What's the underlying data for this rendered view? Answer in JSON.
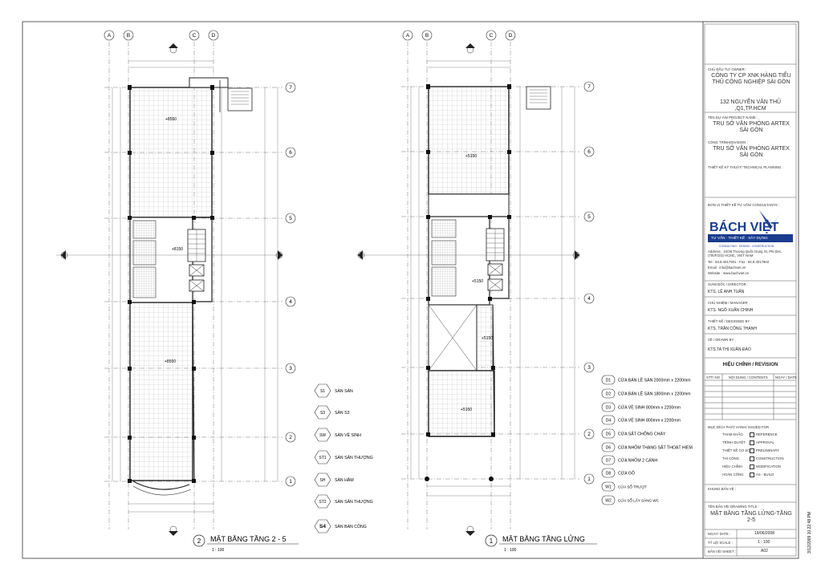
{
  "plan_left": {
    "number": "2",
    "title": "MẶT BẰNG TẦNG 2 - 5",
    "scale": "1 : 100"
  },
  "plan_right": {
    "number": "1",
    "title": "MẶT BẰNG TẦNG LỬNG",
    "scale": "1 : 100"
  },
  "grid_cols": [
    "A",
    "B",
    "C",
    "D"
  ],
  "grid_rows": [
    "7",
    "6",
    "5",
    "4",
    "3",
    "2",
    "1"
  ],
  "levels": {
    "left_main": "+8550",
    "left_mid": "+8150",
    "right_main": "+5150",
    "right_mid": "+5150",
    "right_low": "+5150"
  },
  "floor_legend": [
    {
      "tag": "S1",
      "text": "SÀN SÂN"
    },
    {
      "tag": "S3",
      "text": "SÀN S3"
    },
    {
      "tag": "SW",
      "text": "SÀN VỆ SINH"
    },
    {
      "tag": "ST1",
      "text": "SÀN SÂN THƯỢNG"
    },
    {
      "tag": "SH",
      "text": "SÀN HẦM"
    },
    {
      "tag": "ST2",
      "text": "SÀN SÂN THƯỢNG"
    },
    {
      "tag": "S4",
      "text": "SÀN BAN CÔNG"
    }
  ],
  "door_legend": [
    {
      "tag": "D1",
      "text": "CỬA  BẢN LỀ SÀN 2000mm x 2200mm"
    },
    {
      "tag": "D2",
      "text": "CỬA  BẢN LỀ SÀN 1800mm x 2200mm"
    },
    {
      "tag": "D3",
      "text": "CỬA VỆ SINH 800mm x 2200mm"
    },
    {
      "tag": "D4",
      "text": "CỬA VỆ SINH 800mm x 2200mm"
    },
    {
      "tag": "D5",
      "text": "CỬA SẮT CHỐNG CHÁY"
    },
    {
      "tag": "D6",
      "text": "CỬA NHÔM  THANG SẮT THOÁT HIỂM"
    },
    {
      "tag": "D7",
      "text": "CỬA NHÔM  2 CÁNH"
    },
    {
      "tag": "D8",
      "text": "CỬA GỖ"
    }
  ],
  "window_legend": [
    {
      "tag": "W1",
      "text": "CỬA SỔ TRƯỢT"
    },
    {
      "tag": "W2",
      "text": "CỬA SỔ LẤY SÁNG WC"
    }
  ],
  "title_block": {
    "owner_label": "CHỦ ĐẦU TƯ/ OWNER :",
    "owner": "CÔNG TY CP XNK HÀNG TIỂU THỦ CÔNG NGHIỆP SÀI GÒN",
    "owner_address": "132 NGUYỄN VĂN THỦ ,Q1,TP.HCM",
    "project_label": "TÊN DỰ ÁN/ PROJECT NAME :",
    "project": "TRỤ SỞ VĂN PHÒNG ARTEX SÀI GÒN",
    "division_label": "CÔNG TRÌNH/DIVISION :",
    "division": "TRỤ SỞ VĂN PHÒNG ARTEX SÀI GÒN",
    "planning_label": "THIẾT KẾ KỸ THUẬT/ TECHNICAL PLANNING :",
    "consultant_label": "ĐƠN VỊ THIẾT KẾ TƯ VẤN/ CONSULTANTS :",
    "logo_text": "BÁCH VIỆT",
    "logo_sub": "TƯ VẤN · THIẾT KẾ · XÂY DỰNG",
    "logo_sub2": "CONSULTING · DESIGN · CONSTRUCTION",
    "address": "Address : 24/36  Trương Quốc Dung St, PN Dist, (7th/F/2/3)                     HCMC, VIET NAM",
    "phone": "Tel : 84.8.4017901 - Fax : 84.8.4017902",
    "email": "Email : info@bachviet.vn",
    "website": "Website : www.bachviet.vn",
    "director_label": "GIÁM ĐỐC / DIRECTOR :",
    "director": "KTS. LÊ ANH TUẤN",
    "manager_label": "CHỦ NHIỆM / MANAGER :",
    "manager": "KTS. NGÔ XUÂN CHINH",
    "designer_label": "THIẾT KẾ / DESIGNED BY :",
    "designer": "KTS. TRẦN CÔNG THÀNH",
    "drawn_label": "VẼ / DRAWN BY :",
    "drawn": "KTS.TA THỊ XUÂN ĐÀO",
    "revision_title": "HIỆU CHỈNH / REVISION",
    "rev_col1": "STT/ NO",
    "rev_col2": "NỘI DUNG / CONTENTS",
    "rev_col3": "NGÀY / DATE",
    "issued_label": "MỤC ĐÍCH PHÁT HÀNH/ ISSUED FOR",
    "issued_items": [
      {
        "vi": "THAM KHẢO",
        "en": "REFERENCE"
      },
      {
        "vi": "TRÌNH DUYỆT",
        "en": "APPROVAL"
      },
      {
        "vi": "THIẾT KẾ CƠ SỞ",
        "en": "PRELIMINARY"
      },
      {
        "vi": "THI CÔNG",
        "en": "CONSTRUCTION"
      },
      {
        "vi": "HIỆU CHỈNH",
        "en": "MODIFICATION"
      },
      {
        "vi": "HOÀN CÔNG",
        "en": "AS - BUILD"
      }
    ],
    "drawing_no_label": "KHUNG BẢN VẼ :",
    "drawing_title_label": "TÊN BẢN VẼ/ DRAWING TITLE :",
    "drawing_title": "MẶT BẰNG TẦNG LỬNG-TẦNG 2-5",
    "date_label": "NGÀY/ DATE :",
    "date": "19/06/2008",
    "scale_label": "TỶ LỆ/ SCALE :",
    "scale": "1 : 100",
    "sheet_label": "BẢN VẼ/ SHEET :",
    "sheet": "A02",
    "timestamp": "3/12/2009 10:22:48 PM"
  }
}
